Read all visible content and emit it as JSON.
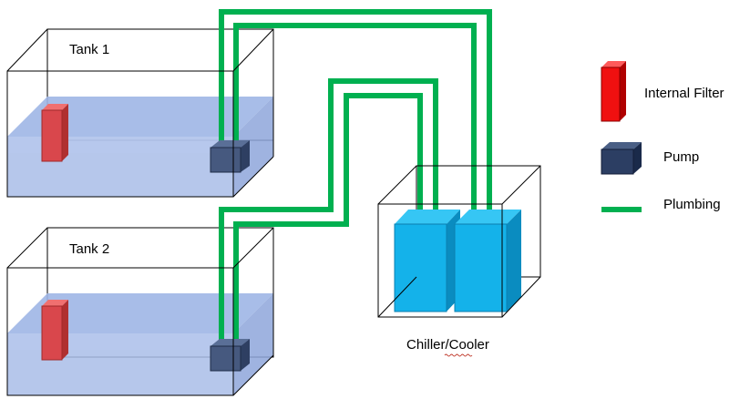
{
  "tanks": [
    {
      "label": "Tank 1"
    },
    {
      "label": "Tank 2"
    }
  ],
  "chiller": {
    "label": "Chiller/Cooler"
  },
  "legend": {
    "items": [
      {
        "label": "Internal Filter",
        "icon": "red-box-icon"
      },
      {
        "label": "Pump",
        "icon": "dark-blue-box-icon"
      },
      {
        "label": "Plumbing",
        "icon": "green-line-icon"
      }
    ]
  },
  "colors": {
    "water": "#a8bce6",
    "filter": "#e03c3c",
    "pump": "#3d5178",
    "plumbing": "#00b050",
    "chiller_unit": "#16b4ec"
  }
}
